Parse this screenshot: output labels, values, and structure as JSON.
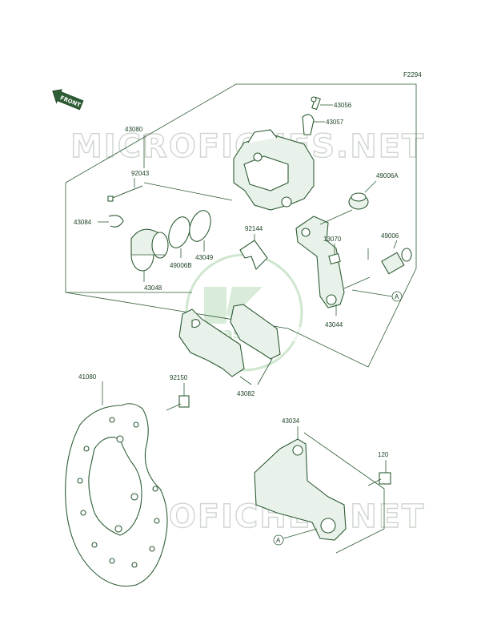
{
  "figure_code": "F2294",
  "direction_label": "FRONT",
  "watermark_text": "MICROFICHES.NET",
  "watermark_logo": "Kawasaki",
  "reference_marker": "A",
  "colors": {
    "line": "#2e5c34",
    "label": "#1f4426",
    "watermark": "#cfd5cf",
    "logo": "#cfe6cf"
  },
  "part_labels": {
    "p43056": "43056",
    "p43057": "43057",
    "p43080": "43080",
    "p92043": "92043",
    "p43084": "43084",
    "p49006A": "49006A",
    "p92144": "92144",
    "p13070": "13070",
    "p49006": "49006",
    "p43049": "43049",
    "p49006B": "49006B",
    "p43048": "43048",
    "p43044": "43044",
    "p43082": "43082",
    "p41080": "41080",
    "p92150": "92150",
    "p43034": "43034",
    "p120": "120"
  }
}
